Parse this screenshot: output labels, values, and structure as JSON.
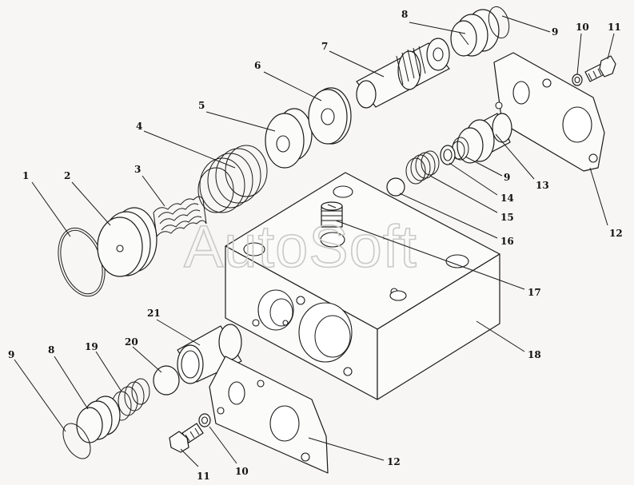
{
  "diagram": {
    "watermark": "AutoSoft",
    "callouts": [
      {
        "id": "c1",
        "label": "1"
      },
      {
        "id": "c2",
        "label": "2"
      },
      {
        "id": "c3",
        "label": "3"
      },
      {
        "id": "c4",
        "label": "4"
      },
      {
        "id": "c5",
        "label": "5"
      },
      {
        "id": "c6",
        "label": "6"
      },
      {
        "id": "c7",
        "label": "7"
      },
      {
        "id": "c8a",
        "label": "8"
      },
      {
        "id": "c9a",
        "label": "9"
      },
      {
        "id": "c10a",
        "label": "10"
      },
      {
        "id": "c11a",
        "label": "11"
      },
      {
        "id": "c12a",
        "label": "12"
      },
      {
        "id": "c13",
        "label": "13"
      },
      {
        "id": "c9b",
        "label": "9"
      },
      {
        "id": "c14",
        "label": "14"
      },
      {
        "id": "c15",
        "label": "15"
      },
      {
        "id": "c16",
        "label": "16"
      },
      {
        "id": "c17",
        "label": "17"
      },
      {
        "id": "c18",
        "label": "18"
      },
      {
        "id": "c21",
        "label": "21"
      },
      {
        "id": "c9c",
        "label": "9"
      },
      {
        "id": "c8b",
        "label": "8"
      },
      {
        "id": "c19",
        "label": "19"
      },
      {
        "id": "c20",
        "label": "20"
      },
      {
        "id": "c11b",
        "label": "11"
      },
      {
        "id": "c10b",
        "label": "10"
      },
      {
        "id": "c12b",
        "label": "12"
      }
    ]
  }
}
